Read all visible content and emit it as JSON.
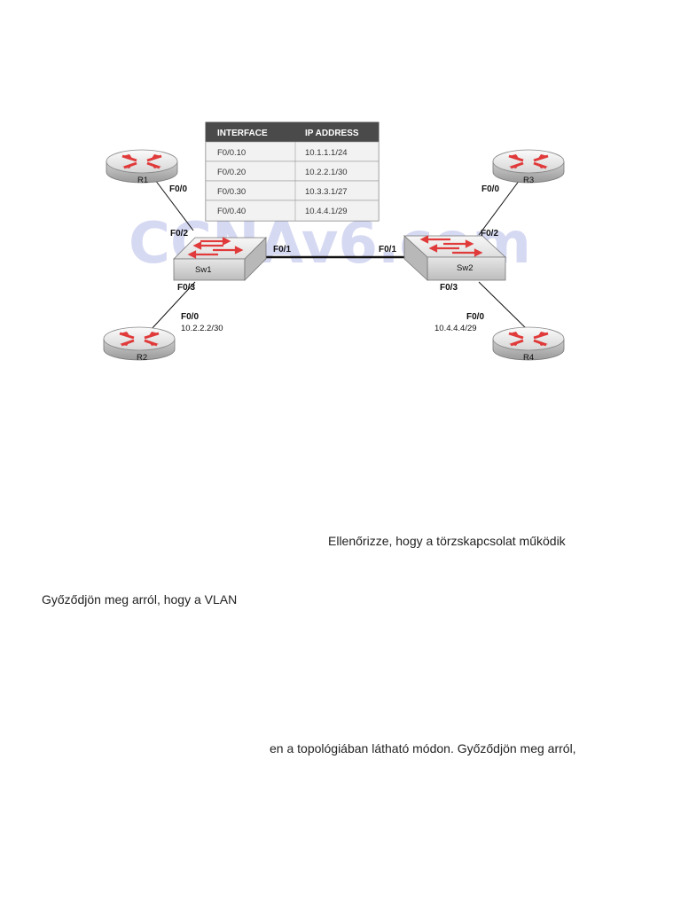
{
  "topology": {
    "watermark": "CCNAv6.com",
    "table": {
      "headers": [
        "INTERFACE",
        "IP ADDRESS"
      ],
      "rows": [
        [
          "F0/0.10",
          "10.1.1.1/24"
        ],
        [
          "F0/0.20",
          "10.2.2.1/30"
        ],
        [
          "F0/0.30",
          "10.3.3.1/27"
        ],
        [
          "F0/0.40",
          "10.4.4.1/29"
        ]
      ]
    },
    "routers": {
      "r1": "R1",
      "r2": "R2",
      "r3": "R3",
      "r4": "R4"
    },
    "switches": {
      "sw1": "Sw1",
      "sw2": "Sw2"
    },
    "ports": {
      "r1_f00": "F0/0",
      "sw1_f02": "F0/2",
      "sw1_f01": "F0/1",
      "sw1_f03": "F0/3",
      "r2_f00": "F0/0",
      "r2_ip": "10.2.2.2/30",
      "r3_f00": "F0/0",
      "sw2_f02": "F0/2",
      "sw2_f01": "F0/1",
      "sw2_f03": "F0/3",
      "r4_f00": "F0/0",
      "r4_ip": "10.4.4.4/29"
    },
    "colors": {
      "router_arrows": "#e03a3a",
      "device_body": "#e8e8e8",
      "table_header": "#4a4a4a",
      "table_row": "#f2f2f2"
    }
  },
  "document": {
    "line1": "Ellenőrizze, hogy a törzskapcsolat működik",
    "line2": "Győződjön meg arról, hogy a VLAN",
    "line3": "en a topológiában látható módon. Győződjön meg arról,"
  }
}
